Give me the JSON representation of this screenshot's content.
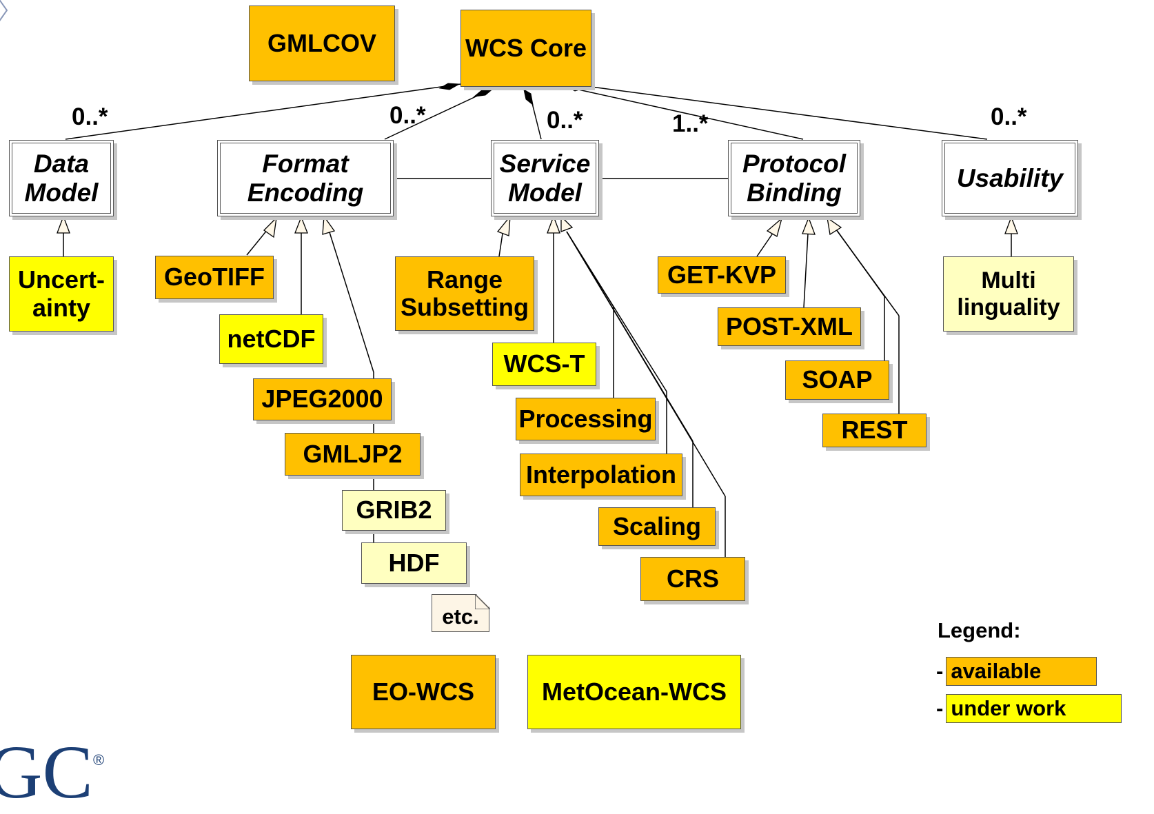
{
  "boxes": {
    "gmlcov": "GMLCOV",
    "wcs_core": "WCS Core",
    "data_model": "Data Model",
    "format_encoding": "Format Encoding",
    "service_model": "Service Model",
    "protocol_binding": "Protocol Binding",
    "usability": "Usability",
    "uncertainty": "Uncert- ainty",
    "geotiff": "GeoTIFF",
    "netcdf": "netCDF",
    "jpeg2000": "JPEG2000",
    "gmljp2": "GMLJP2",
    "grib2": "GRIB2",
    "hdf": "HDF",
    "etc": "etc.",
    "range_subsetting": "Range Subsetting",
    "wcs_t": "WCS-T",
    "processing": "Processing",
    "interpolation": "Interpolation",
    "scaling": "Scaling",
    "crs": "CRS",
    "get_kvp": "GET-KVP",
    "post_xml": "POST-XML",
    "soap": "SOAP",
    "rest": "REST",
    "multilinguality": "Multi linguality",
    "eo_wcs": "EO-WCS",
    "metocean_wcs": "MetOcean-WCS"
  },
  "multiplicities": {
    "data_model": "0..*",
    "format_encoding": "0..*",
    "service_model": "0..*",
    "protocol_binding": "1..*",
    "usability": "0..*"
  },
  "legend": {
    "title": "Legend:",
    "dash": "-",
    "available": "available",
    "under_work": "under work"
  },
  "logo": {
    "text": "GC",
    "reg": "®"
  },
  "colors": {
    "available": "#ffc000",
    "under_work": "#ffff00",
    "planned": "#ffffc0",
    "logo": "#1c3f75"
  }
}
